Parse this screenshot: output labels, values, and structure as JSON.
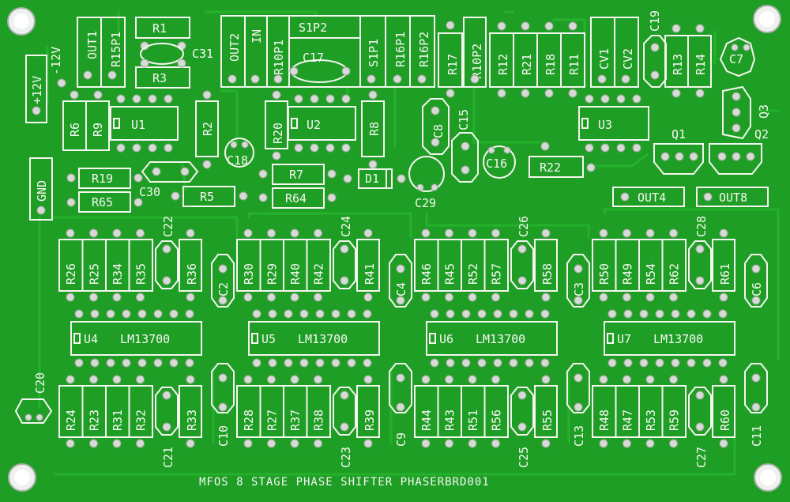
{
  "board": {
    "title": "MFOS 8 STAGE PHASE SHIFTER PHASERBRD001",
    "colors": {
      "mask": "#1f9e25",
      "trace": "#25b12c",
      "silkscreen": "#f4f6ef",
      "pad": "#d7dbd6"
    }
  },
  "power": {
    "plus12": "+12V",
    "minus12": "-12V",
    "gnd": "GND"
  },
  "jacks": {
    "out1": "OUT1",
    "out2": "OUT2",
    "in": "IN",
    "out4": "OUT4",
    "out8": "OUT8",
    "s1p1": "S1P1",
    "s1p2": "S1P2",
    "r15p1": "R15P1",
    "r10p1": "R10P1",
    "r16p1": "R16P1",
    "r16p2": "R16P2",
    "r10p2": "R10P2",
    "cv1": "CV1",
    "cv2": "CV2"
  },
  "ics": {
    "u1": "U1",
    "u2": "U2",
    "u3": "U3",
    "u4": "U4",
    "u5": "U5",
    "u6": "U6",
    "u7": "U7",
    "part": "LM13700"
  },
  "transistors": {
    "q1": "Q1",
    "q2": "Q2",
    "q3": "Q3"
  },
  "diodes": {
    "d1": "D1"
  },
  "resistors": {
    "r1": "R1",
    "r2": "R2",
    "r3": "R3",
    "r5": "R5",
    "r6": "R6",
    "r7": "R7",
    "r8": "R8",
    "r9": "R9",
    "r11": "R11",
    "r12": "R12",
    "r13": "R13",
    "r14": "R14",
    "r17": "R17",
    "r18": "R18",
    "r19": "R19",
    "r20": "R20",
    "r21": "R21",
    "r22": "R22",
    "r64": "R64",
    "r65": "R65",
    "r23": "R23",
    "r24": "R24",
    "r25": "R25",
    "r26": "R26",
    "r27": "R27",
    "r28": "R28",
    "r29": "R29",
    "r30": "R30",
    "r31": "R31",
    "r32": "R32",
    "r33": "R33",
    "r34": "R34",
    "r35": "R35",
    "r36": "R36",
    "r37": "R37",
    "r38": "R38",
    "r39": "R39",
    "r40": "R40",
    "r41": "R41",
    "r42": "R42",
    "r43": "R43",
    "r44": "R44",
    "r45": "R45",
    "r46": "R46",
    "r47": "R47",
    "r48": "R48",
    "r49": "R49",
    "r50": "R50",
    "r51": "R51",
    "r52": "R52",
    "r53": "R53",
    "r54": "R54",
    "r55": "R55",
    "r56": "R56",
    "r57": "R57",
    "r58": "R58",
    "r59": "R59",
    "r60": "R60",
    "r61": "R61",
    "r62": "R62"
  },
  "capacitors": {
    "c2": "C2",
    "c3": "C3",
    "c4": "C4",
    "c6": "C6",
    "c7": "C7",
    "c8": "C8",
    "c9": "C9",
    "c10": "C10",
    "c11": "C11",
    "c13": "C13",
    "c15": "C15",
    "c16": "C16",
    "c17": "C17",
    "c18": "C18",
    "c19": "C19",
    "c20": "C20",
    "c21": "C21",
    "c22": "C22",
    "c23": "C23",
    "c24": "C24",
    "c25": "C25",
    "c26": "C26",
    "c27": "C27",
    "c28": "C28",
    "c29": "C29",
    "c30": "C30",
    "c31": "C31"
  }
}
